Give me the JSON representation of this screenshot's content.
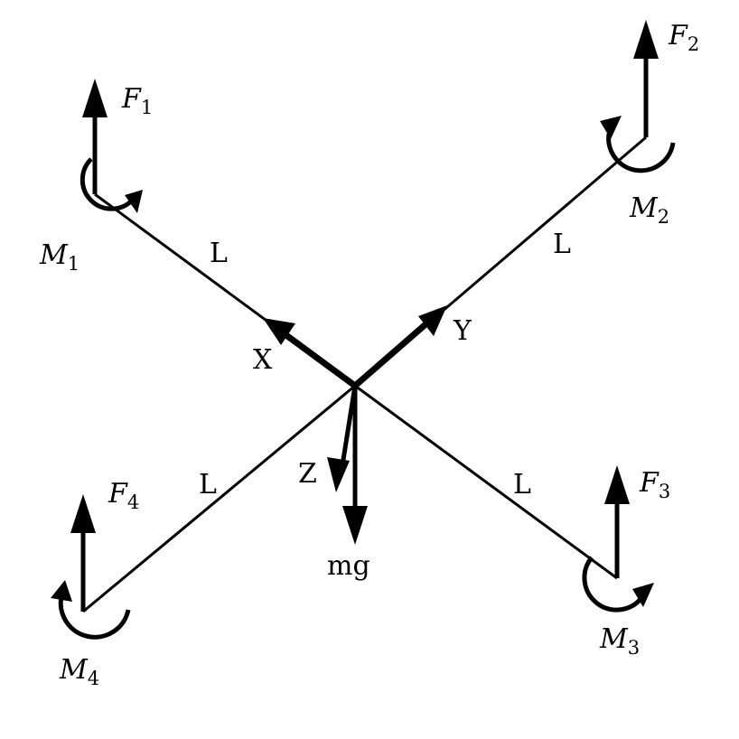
{
  "forces": [
    {
      "symbol": "F",
      "sub": "1"
    },
    {
      "symbol": "F",
      "sub": "2"
    },
    {
      "symbol": "F",
      "sub": "3"
    },
    {
      "symbol": "F",
      "sub": "4"
    }
  ],
  "moments": [
    {
      "symbol": "M",
      "sub": "1"
    },
    {
      "symbol": "M",
      "sub": "2"
    },
    {
      "symbol": "M",
      "sub": "3"
    },
    {
      "symbol": "M",
      "sub": "4"
    }
  ],
  "arm_label": "L",
  "axes": {
    "x": "X",
    "y": "Y",
    "z": "Z"
  },
  "gravity": "mg"
}
